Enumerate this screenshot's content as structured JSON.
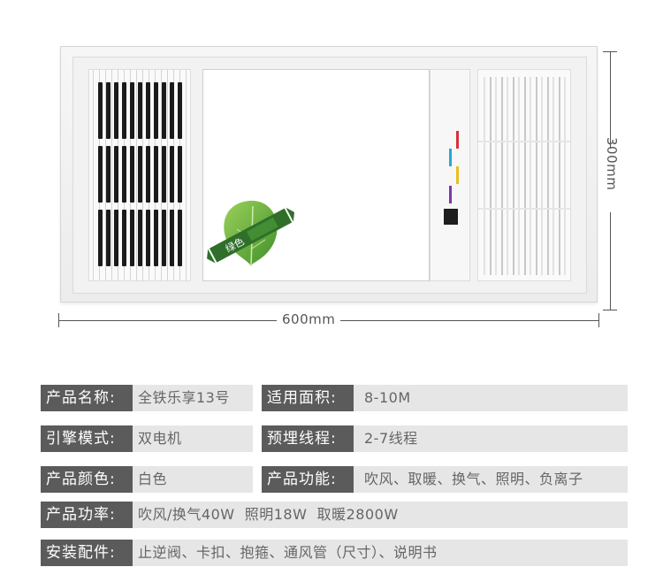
{
  "dimensions": {
    "width": "600mm",
    "height": "300mm"
  },
  "product_image": {
    "badge_text": "绿色",
    "indicator_colors": [
      "#d8303a",
      "#22a9d8",
      "#e8c020",
      "#7a3aa0"
    ]
  },
  "specs": [
    {
      "label": "产品名称:",
      "value": "全铁乐享13号",
      "label2": "适用面积:",
      "value2": "8-10M"
    },
    {
      "label": "引擎模式:",
      "value": "双电机",
      "label2": "预埋线程:",
      "value2": "2-7线程"
    },
    {
      "label": "产品颜色:",
      "value": "白色",
      "label2": "产品功能:",
      "value2": "吹风、取暖、换气、照明、负离子"
    },
    {
      "label": "产品功率:",
      "value": "吹风/换气40W  照明18W  取暖2800W"
    },
    {
      "label": "安装配件:",
      "value": "止逆阀、卡扣、抱箍、通风管（尺寸）、说明书"
    }
  ]
}
